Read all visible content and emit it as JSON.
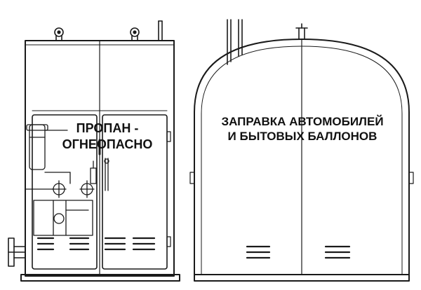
{
  "left_unit": {
    "label_lines": [
      "ПРОПАН -",
      "ОГНЕОПАСНО"
    ]
  },
  "right_unit": {
    "label_lines": [
      "ЗАПРАВКА АВТОМОБИЛЕЙ",
      "И БЫТОВЫХ БАЛЛОНОВ"
    ]
  },
  "colors": {
    "line": "#1a1a1a",
    "background": "#ffffff"
  }
}
